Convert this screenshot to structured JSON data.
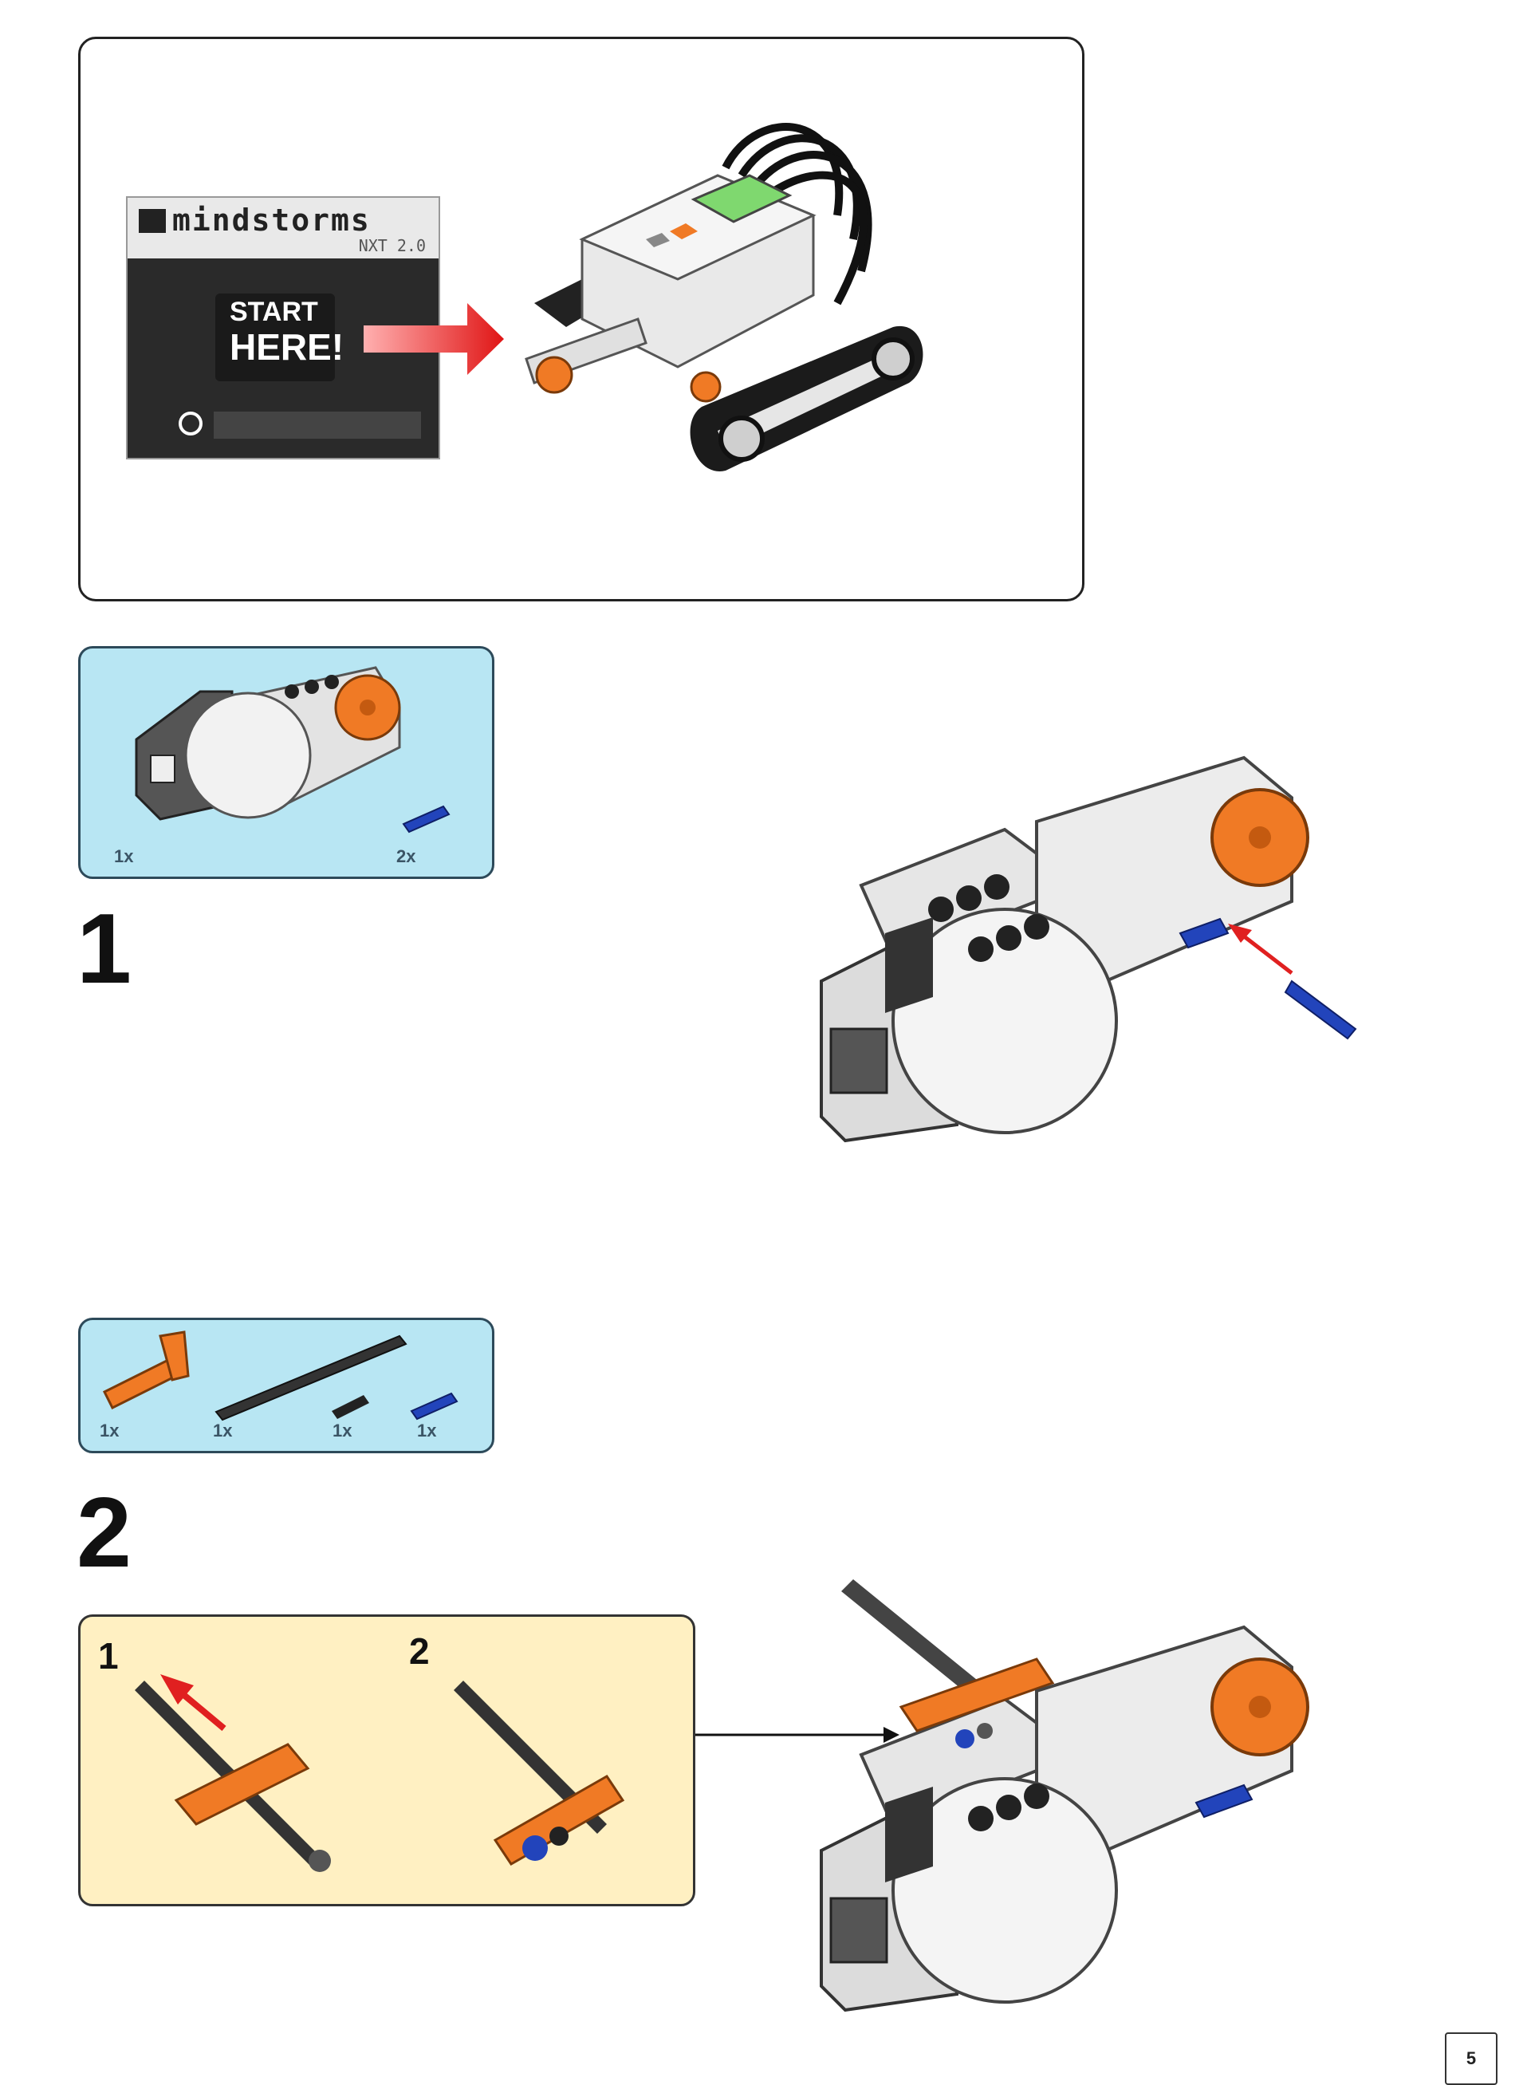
{
  "intro": {
    "brand": "mindstorms",
    "product": "NXT 2.0",
    "booklet_line1": "START",
    "booklet_line2": "HERE!"
  },
  "step1": {
    "number": "1",
    "parts": [
      {
        "qty": "1x",
        "part": "motor-icon"
      },
      {
        "qty": "2x",
        "part": "blue-pin-icon"
      }
    ]
  },
  "step2": {
    "number": "2",
    "parts": [
      {
        "qty": "1x",
        "part": "orange-beam-icon"
      },
      {
        "qty": "1x",
        "part": "black-axle-icon"
      },
      {
        "qty": "1x",
        "part": "black-connector-icon"
      },
      {
        "qty": "1x",
        "part": "blue-pin-icon"
      }
    ],
    "substeps": [
      "1",
      "2"
    ]
  },
  "page_number": "5",
  "colors": {
    "callout_blue": "#b8e6f3",
    "callout_yellow": "#fff0c2",
    "lego_orange": "#f07a25",
    "lego_blue": "#2244bb",
    "arrow_red": "#e02020",
    "nxt_screen": "#7fd86f"
  }
}
